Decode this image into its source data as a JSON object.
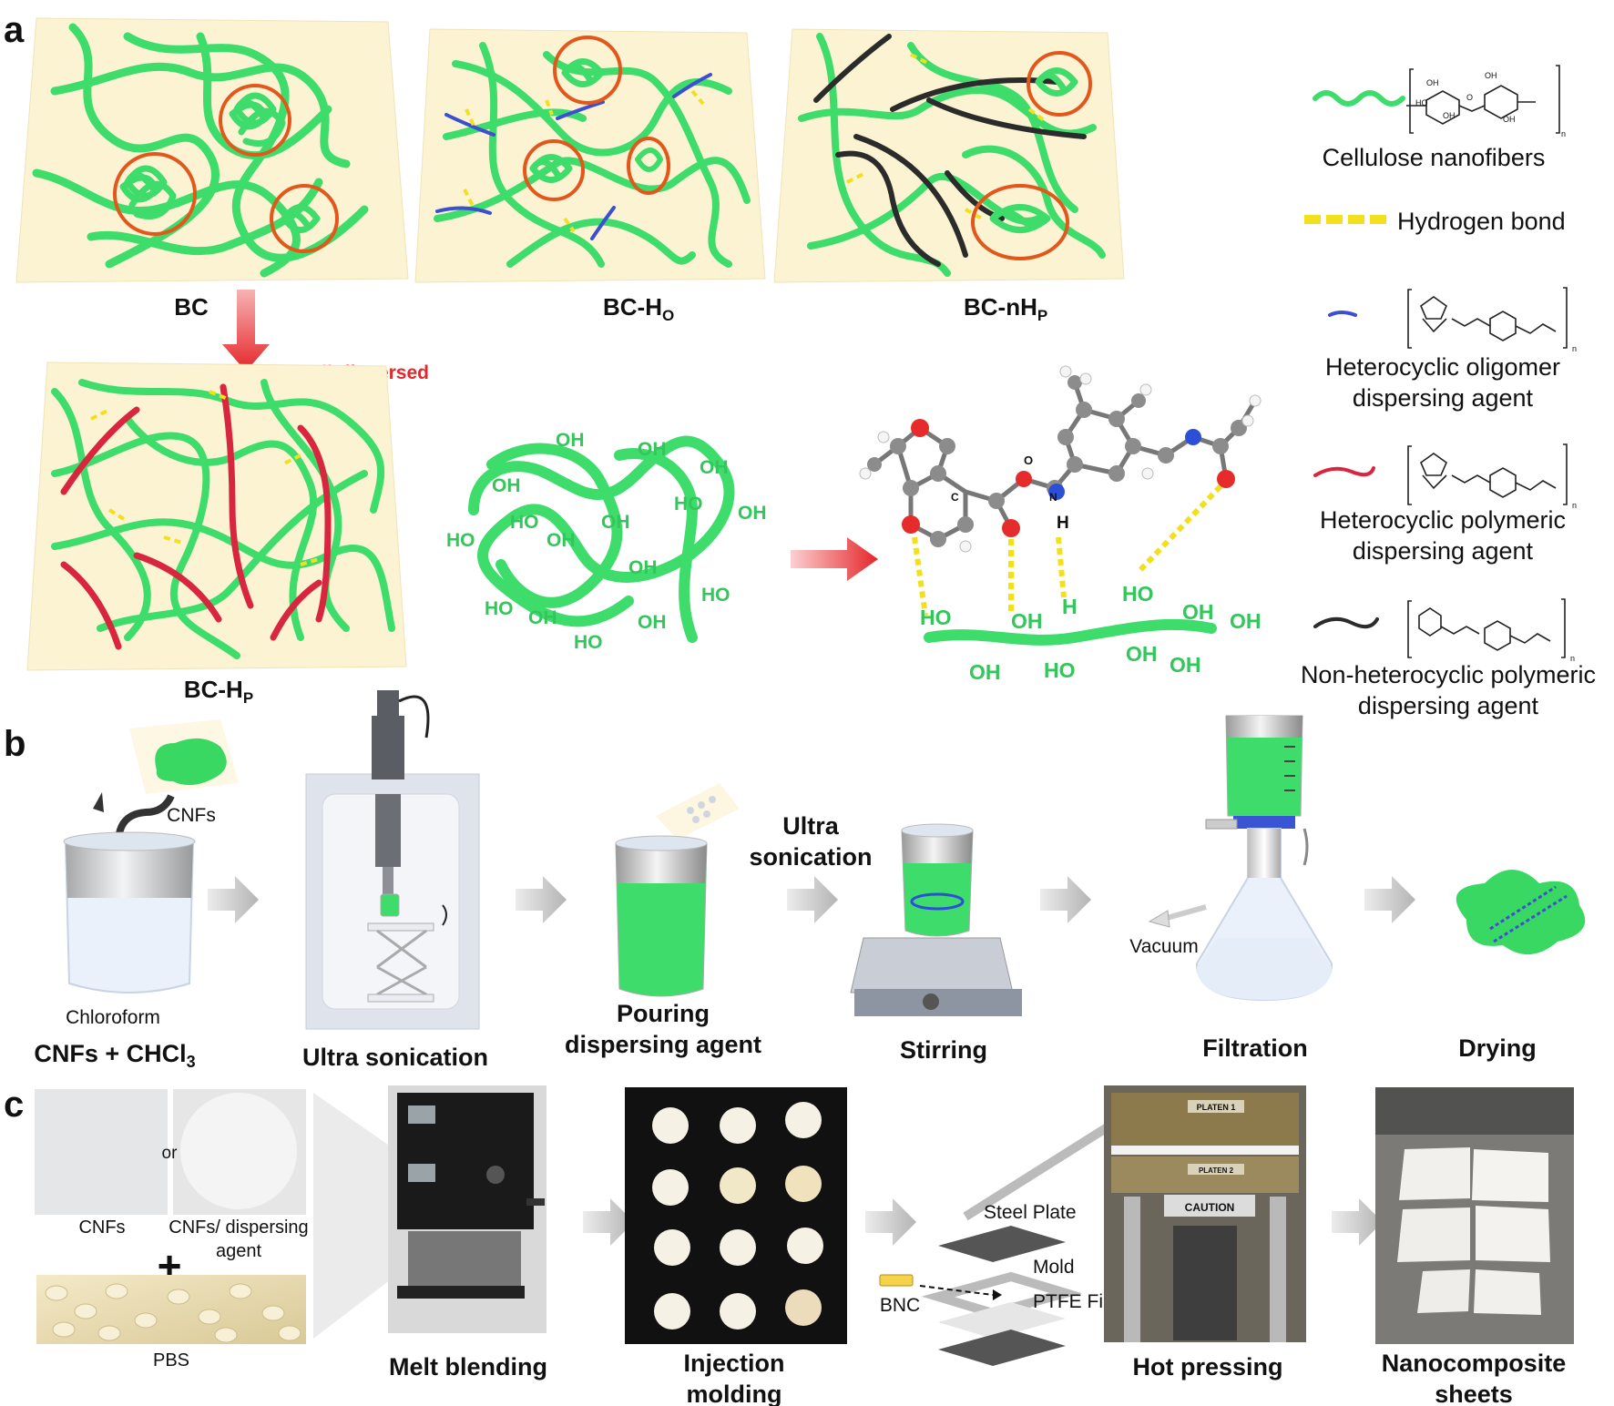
{
  "panels": {
    "a": "a",
    "b": "b",
    "c": "c"
  },
  "panel_a": {
    "bc": "BC",
    "bc_ho_main": "BC-H",
    "bc_ho_sub": "O",
    "bc_nhp_main": "BC-nH",
    "bc_nhp_sub": "P",
    "bc_hp_main": "BC-H",
    "bc_hp_sub": "P",
    "well_dispersed": "Well-dispersed",
    "oh": "OH",
    "ho": "HO",
    "h": "H",
    "atom_c": "C",
    "atom_o": "O",
    "atom_n": "N"
  },
  "legend": {
    "cellulose": "Cellulose nanofibers",
    "hydrogen": "Hydrogen bond",
    "oligomer_1": "Heterocyclic oligomer",
    "oligomer_2": "dispersing agent",
    "polymeric_1": "Heterocyclic polymeric",
    "polymeric_2": "dispersing agent",
    "nonhetero_1": "Non-heterocyclic polymeric",
    "nonhetero_2": "dispersing agent",
    "chem_oh": "OH",
    "chem_ho": "HO",
    "chem_o": "O",
    "chem_h": "H",
    "chem_n": "n"
  },
  "panel_b": {
    "cnfs": "CNFs",
    "chloroform": "Chloroform",
    "step1_main": "CNFs + CHCl",
    "step1_sub": "3",
    "step2": "Ultra sonication",
    "step3_line1": "Pouring",
    "step3_line2": "dispersing agent",
    "ultra_line1": "Ultra",
    "ultra_line2": "sonication",
    "step4": "Stirring",
    "vacuum": "Vacuum",
    "step5": "Filtration",
    "step6": "Drying"
  },
  "panel_c": {
    "cnfs": "CNFs",
    "or": "or",
    "cnfs_agent_1": "CNFs/ dispersing",
    "cnfs_agent_2": "agent",
    "plus": "+",
    "pbs": "PBS",
    "melt": "Melt blending",
    "inj_1": "Injection",
    "inj_2": "molding",
    "steel": "Steel Plate",
    "mold": "Mold",
    "ptfe": "PTFE Film",
    "bnc": "BNC",
    "platen1": "PLATEN 1",
    "platen2": "PLATEN 2",
    "caution": "CAUTION",
    "hot": "Hot pressing",
    "nano_1": "Nanocomposite",
    "nano_2": "sheets"
  },
  "colors": {
    "cellulose": "#3ddc6b",
    "hydrogen_bond": "#f2e01f",
    "oligomer": "#3b4fd0",
    "polymeric": "#d8263e",
    "non_heterocyclic": "#2b2b2b",
    "tangle_circle": "#e2571c",
    "panel_bg": "#fbf3d2",
    "arrow_red": "#e5262a"
  }
}
